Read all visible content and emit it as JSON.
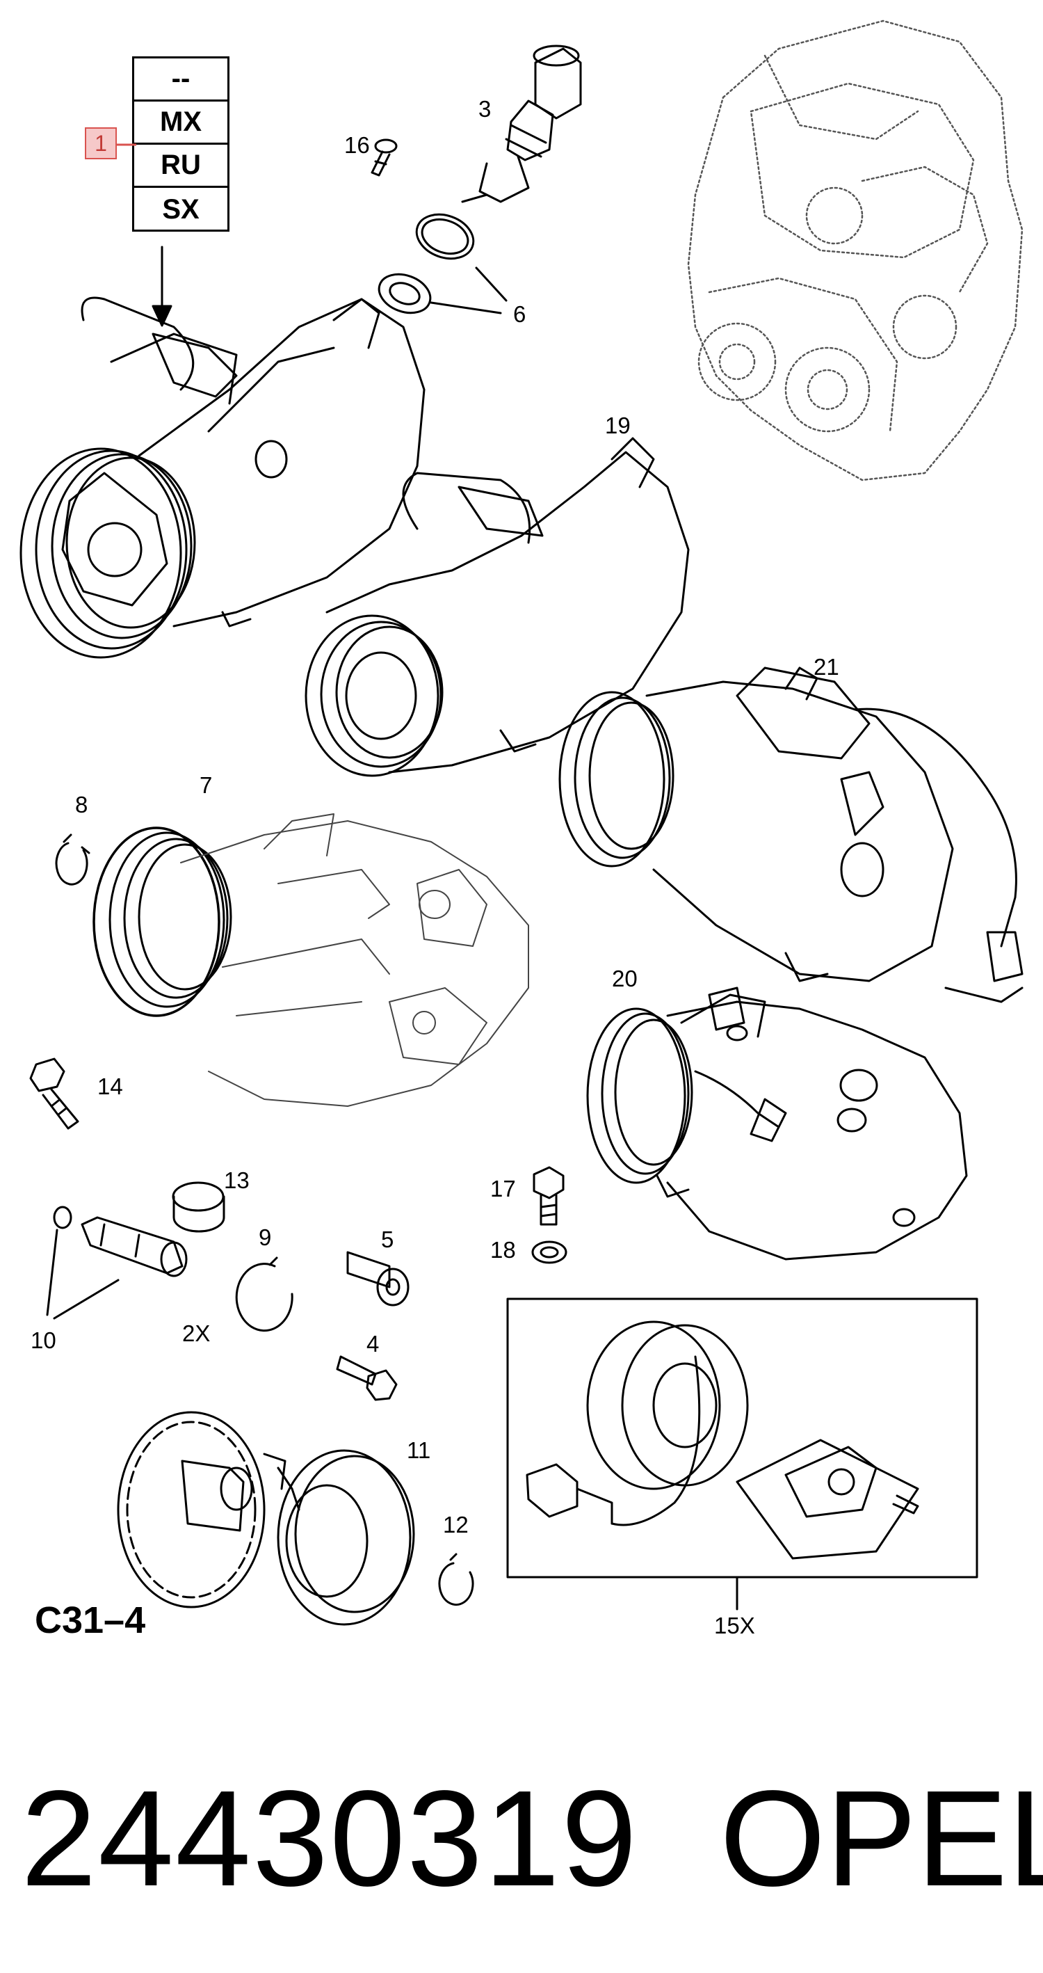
{
  "section_code": "C31–4",
  "variant_marker": "1",
  "variants": [
    "--",
    "MX",
    "RU",
    "SX"
  ],
  "callouts": {
    "c3": "3",
    "c16": "16",
    "c6": "6",
    "c19": "19",
    "c21": "21",
    "c7": "7",
    "c8": "8",
    "c20": "20",
    "c14": "14",
    "c13": "13",
    "c17": "17",
    "c18": "18",
    "c9": "9",
    "c5": "5",
    "c10": "10",
    "c2x": "2X",
    "c4": "4",
    "c11": "11",
    "c12": "12",
    "c15x": "15X"
  },
  "footer": {
    "part_number": "24430319",
    "brand": "OPEL"
  }
}
